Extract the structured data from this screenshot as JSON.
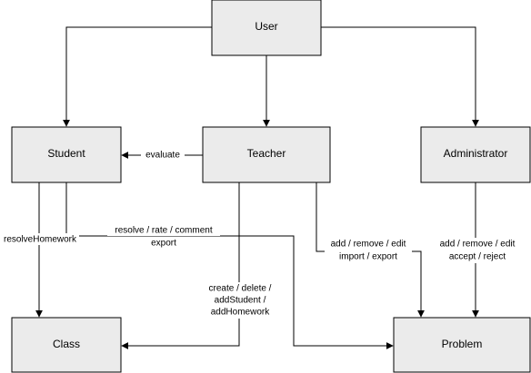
{
  "nodes": {
    "user": "User",
    "student": "Student",
    "teacher": "Teacher",
    "administrator": "Administrator",
    "class": "Class",
    "problem": "Problem"
  },
  "edges": {
    "evaluate": "evaluate",
    "resolve_rate_comment": "resolve / rate / comment",
    "export": "export",
    "resolve_homework": "resolveHomework",
    "add_remove_edit_teacher": "add / remove / edit",
    "import_export": "import / export",
    "add_remove_edit_admin": "add / remove / edit",
    "accept_reject": "accept / reject",
    "create_delete": "create / delete /",
    "add_student": "addStudent /",
    "add_homework": "addHomework"
  }
}
